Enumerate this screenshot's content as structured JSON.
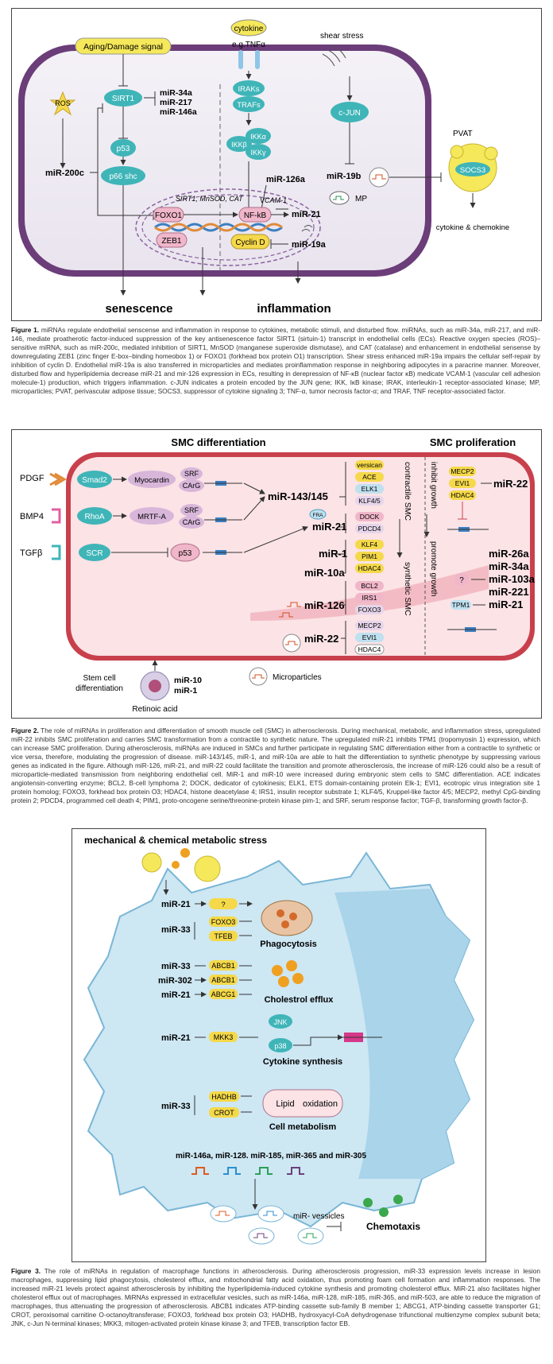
{
  "figure1": {
    "nodes": {
      "cytokine": "cytokine",
      "eg_tnf": "e.g.TNFα",
      "shear_stress": "shear stress",
      "aging": "Aging/Damage signal",
      "ros": "ROS",
      "sirt1": "SIRT1",
      "mir34a": "miR-34a",
      "mir217": "miR-217",
      "mir146a": "miR-146a",
      "p53": "p53",
      "mir200c": "miR-200c",
      "p66shc": "p66 shc",
      "iraks": "IRAKs",
      "trafs": "TRAFs",
      "ikka": "IKKα",
      "ikkb": "IKKβ",
      "ikky": "IKKγ",
      "cjun": "c-JUN",
      "mir126a": "miR-126a",
      "sirt_text": "SIRT1, MnSOD, CAT",
      "vcam": "VCAM-1",
      "foxo1": "FOXO1",
      "nfkb": "NF-kB",
      "zeb1": "ZEB1",
      "cyclind": "Cyclin D",
      "mir21": "miR-21",
      "mir19a": "miR-19a",
      "mir19b": "miR-19b",
      "mp": "MP",
      "pvat": "PVAT",
      "socs3": "SOCS3",
      "cytokine_chemokine": "cytokine & chemokine",
      "senescence": "senescence",
      "inflammation": "inflammation"
    },
    "caption_title": "Figure 1.",
    "caption": "miRNAs regulate endothelial senscense and inflammation in response to cytokines, metabolic stimuli, and disturbed flow. miRNAs, such as miR-34a, miR-217, and miR-146, mediate proatherotic factor-induced suppression of the key antisenescence factor SIRT1 (sirtuin-1) transcript in endothelial cells (ECs). Reactive oxygen species (ROS)–sensitive miRNA, such as miR-200c, mediated inhibition of SIRT1, MnSOD (manganese superoxide dismutase), and CAT (catalase) and enhancement in endothelial sensense by downregulating ZEB1 (zinc finger E-box–binding homeobox 1) or FOXO1 (forkhead box protein O1) transcription. Shear stress enhanced miR-19a impairs the cellular self-repair by inhibition of cyclin D. Endothelial miR-19a is also transferred in microparticles and mediates proinflammation response in neighboring adipocytes in a paracrine manner. Moreover, disturbed flow and hyperlipidemia decrease miR-21 and mir-126 expression in ECs, resulting in derepression of NF-κB (nuclear factor κB) medicate VCAM-1 (vascular cell adhesion molecule-1) production, which triggers inflammation. c-JUN indicates a protein encoded by the JUN gene; IKK, IκB kinase; IRAK, interleukin-1 receptor-associated kinase; MP, microparticles; PVAT, perivascular adipose tissue; SOCS3, suppressor of cytokine signaling 3; TNF-α, tumor necrosis factor-α; and TRAF, TNF receptor-associated factor."
  },
  "figure2": {
    "nodes": {
      "smc_diff": "SMC differentiation",
      "smc_prolif": "SMC proliferation",
      "pdgf": "PDGF",
      "bmp4": "BMP4",
      "tgfb": "TGFβ",
      "smad2": "Smad2",
      "myocardin": "Myocardin",
      "srf1": "SRF",
      "carg1": "CArG",
      "rhoa": "RhoA",
      "mrtfa": "MRTF-A",
      "srf2": "SRF",
      "carg2": "CArG",
      "scr": "SCR",
      "p53": "p53",
      "mir143": "miR-143/145",
      "fra1": "FRA",
      "mir21": "miR-21",
      "mir1": "miR-1",
      "mir10a": "miR-10a",
      "mir126": "miR-126",
      "mir22": "miR-22",
      "versican": "versican",
      "ace": "ACE",
      "elk1": "ELK1",
      "klf45": "KLF4/5",
      "dock": "DOCK",
      "pdcd4": "PDCD4",
      "klf4": "KLF4",
      "pim1": "PIM1",
      "hdac4": "HDAC4",
      "bcl2": "BCL2",
      "irs1": "IRS1",
      "foxo3": "FOXO3",
      "mecp2": "MECP2",
      "evi1": "EVI1",
      "hdac4b": "HDAC4",
      "contractile": "contractile SMC",
      "synthetic": "synthetic SMC",
      "inhibit": "inhibit growth",
      "promote": "promote growth",
      "mecp2r": "MECP2",
      "evi1r": "EVI1",
      "hdac4r": "HDAC4",
      "mir22r": "miR-22",
      "mir26a": "miR-26a",
      "mir34a": "miR-34a",
      "mir103a": "miR-103a",
      "mir221": "miR-221",
      "mir21r": "miR-21",
      "q": "?",
      "tpm1": "TPM1",
      "stemcell": "Stem cell",
      "differentiation": "differentiation",
      "mir10": "miR-10",
      "mir1b": "miR-1",
      "retinoic": "Retinoic acid",
      "microparticles": "Microparticles"
    },
    "caption_title": "Figure 2.",
    "caption": "The role of miRNAs in proliferation and differentiation of smooth muscle cell (SMC) in atherosclerosis. During mechanical, metabolic, and inflammation stress, upregulated miR-22 inhibits SMC proliferation and carries SMC transformation from a contractile to synthetic nature. The upregulated miR-21 inhibits TPM1 (tropomyosin 1) expression, which can increase SMC proliferation. During atherosclerosis, miRNAs are induced in SMCs and further participate in regulating SMC differentiation either from a contractile to synthetic or vice versa, therefore, modulating the progression of disease. miR-143/145, miR-1, and miR-10a are able to halt the differentiation to synthetic phenotype by suppressing various genes as indicated in the figure. Although miR-126, miR-21, and miR-22 could facilitate the transition and promote atherosclerosis, the increase of miR-126 could also be a result of microparticle-mediated transmission from neighboring endothelial cell. MiR-1 and miR-10 were increased during embryonic stem cells to SMC differentiation. ACE indicates angiotensin-converting enzyme; BCL2, B-cell lymphoma 2; DOCK, dedicator of cytokinesis; ELK1, ETS domain-containing protein Elk-1; EVI1, ecotropic virus integration site 1 protein homolog; FOXO3, forkhead box protein O3; HDAC4, histone deacetylase 4; IRS1, insulin receptor substrate 1; KLF4/5, Kruppel-like factor 4/5; MECP2, methyl CpG-binding protein 2; PDCD4, programmed cell death 4; PIM1, proto-oncogene serine/threonine-protein kinase pim-1; and SRF, serum response factor; TGF-β, transforming growth factor-β."
  },
  "figure3": {
    "nodes": {
      "stress": "mechanical & chemical  metabolic stress",
      "mir21a": "miR-21",
      "q": "?",
      "mir33a": "miR-33",
      "foxo3": "FOXO3",
      "tfeb": "TFEB",
      "phago": "Phagocytosis",
      "mir33b": "miR-33",
      "mir302": "miR-302",
      "mir21b": "miR-21",
      "abcb1a": "ABCB1",
      "abcb1b": "ABCB1",
      "abcg1": "ABCG1",
      "efflux": "Cholestrol efflux",
      "mir21c": "miR-21",
      "mkk3": "MKK3",
      "jnk": "JNK",
      "p38": "p38",
      "cytosyn": "Cytokine synthesis",
      "mir33c": "miR-33",
      "hadhb": "HADHB",
      "crot": "CROT",
      "lipid": "Lipid",
      "oxidation": "oxidation",
      "metabolism": "Cell metabolism",
      "mirlist": "miR-146a, miR-128. miR-185, miR-365 and miR-305",
      "vessicles": "miR- vessicles",
      "chemotaxis": "Chemotaxis"
    },
    "caption_title": "Figure 3.",
    "caption": "The role of miRNAs in regulation of macrophage functions in atherosclerosis. During atherosclerosis progression, miR-33 expression levels increase in lesion macrophages, suppressing lipid phagocytosis, cholesterol efflux, and mitochondrial fatty acid oxidation, thus promoting foam cell formation and inflammation responses. The increased miR-21 levels protect against atherosclerosis by inhibiting the hyperlipidemia-induced cytokine synthesis and promoting cholesterol efflux. MiR-21 also facilitates higher cholesterol efflux out of macrophages. MiRNAs expressed in extracellular vesicles, such as miR-146a, miR-128, miR-185, miR-365, and miR-503, are able to reduce the migration of macrophages, thus attenuating the progression of atherosclerosis. ABCB1 indicates ATP-binding cassette sub-family B member 1; ABCG1, ATP-binding cassette transporter G1; CROT, peroxisomal carnitine O-octanoyltransferase; FOXO3, forkhead box protein O3; HADHB, hydroxyacyl-CoA dehydrogenase trifunctional multienzyme complex subunit beta; JNK, c-Jun N-terminal kinases; MKK3, mitogen-activated protein kinase kinase 3; and TFEB, transcription factor EB."
  },
  "colors": {
    "teal": "#3fb5b8",
    "yellow": "#f5d94a",
    "pink": "#f0b6c9",
    "purple": "#6c3f7a",
    "cellBlue": "#cde7f3"
  }
}
